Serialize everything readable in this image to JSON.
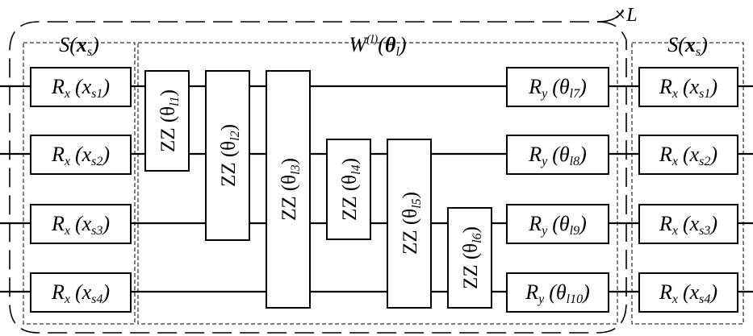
{
  "outer_block": {
    "repeat_label": "×L"
  },
  "encoding_left": {
    "label": {
      "base": "S(",
      "bold": "x",
      "sub": "s",
      "close": ")"
    },
    "gates": [
      {
        "base": "R",
        "sub": "x",
        "arg_base": "(x",
        "arg_sub": "s1",
        "arg_close": ")"
      },
      {
        "base": "R",
        "sub": "x",
        "arg_base": "(x",
        "arg_sub": "s2",
        "arg_close": ")"
      },
      {
        "base": "R",
        "sub": "x",
        "arg_base": "(x",
        "arg_sub": "s3",
        "arg_close": ")"
      },
      {
        "base": "R",
        "sub": "x",
        "arg_base": "(x",
        "arg_sub": "s4",
        "arg_close": ")"
      }
    ]
  },
  "variational": {
    "label": {
      "base": "W",
      "sup": "(l)",
      "open": "(",
      "bold": "θ",
      "sub": "l",
      "close": ")"
    },
    "zz_gates": [
      {
        "base": "ZZ (θ",
        "sub": "l1",
        "close": ")",
        "top_wire": 1,
        "bottom_wire": 2
      },
      {
        "base": "ZZ (θ",
        "sub": "l2",
        "close": ")",
        "top_wire": 1,
        "bottom_wire": 3
      },
      {
        "base": "ZZ (θ",
        "sub": "l3",
        "close": ")",
        "top_wire": 1,
        "bottom_wire": 4
      },
      {
        "base": "ZZ (θ",
        "sub": "l4",
        "close": ")",
        "top_wire": 2,
        "bottom_wire": 3
      },
      {
        "base": "ZZ (θ",
        "sub": "l5",
        "close": ")",
        "top_wire": 2,
        "bottom_wire": 4
      },
      {
        "base": "ZZ (θ",
        "sub": "l6",
        "close": ")",
        "top_wire": 3,
        "bottom_wire": 4
      }
    ],
    "ry_gates": [
      {
        "base": "R",
        "sub": "y",
        "arg_base": "(θ",
        "arg_sub": "l7",
        "arg_close": ")"
      },
      {
        "base": "R",
        "sub": "y",
        "arg_base": "(θ",
        "arg_sub": "l8",
        "arg_close": ")"
      },
      {
        "base": "R",
        "sub": "y",
        "arg_base": "(θ",
        "arg_sub": "l9",
        "arg_close": ")"
      },
      {
        "base": "R",
        "sub": "y",
        "arg_base": "(θ",
        "arg_sub": "l10",
        "arg_close": ")"
      }
    ]
  },
  "encoding_right": {
    "label": {
      "base": "S(",
      "bold": "x",
      "sub": "s",
      "close": ")"
    },
    "gates": [
      {
        "base": "R",
        "sub": "x",
        "arg_base": "(x",
        "arg_sub": "s1",
        "arg_close": ")"
      },
      {
        "base": "R",
        "sub": "x",
        "arg_base": "(x",
        "arg_sub": "s2",
        "arg_close": ")"
      },
      {
        "base": "R",
        "sub": "x",
        "arg_base": "(x",
        "arg_sub": "s3",
        "arg_close": ")"
      },
      {
        "base": "R",
        "sub": "x",
        "arg_base": "(x",
        "arg_sub": "s4",
        "arg_close": ")"
      }
    ]
  }
}
